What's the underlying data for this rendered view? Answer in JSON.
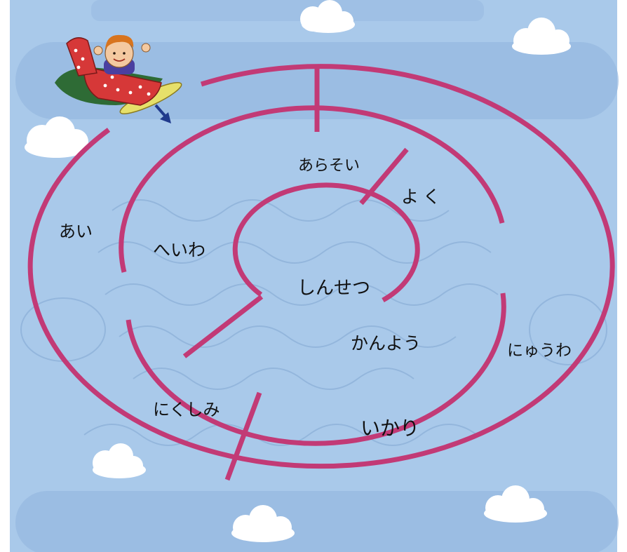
{
  "maze": {
    "words": {
      "ai": "あい",
      "arasoi": "あらそい",
      "yoku": "よく",
      "heiwa": "へいわ",
      "shinsetsu": "しんせつ",
      "kanyou": "かんよう",
      "nyuuwa": "にゅうわ",
      "nikushimi": "にくしみ",
      "ikari": "いかり"
    },
    "wall_color": "#c23a76",
    "start_marker": "airplane-pilot-icon",
    "direction_marker": "down-right-arrow-icon"
  },
  "colors": {
    "sky": "#a9c9ea",
    "band": "#95b8e0",
    "cloud": "#ffffff",
    "background_ghost_text": "#86aad4"
  }
}
